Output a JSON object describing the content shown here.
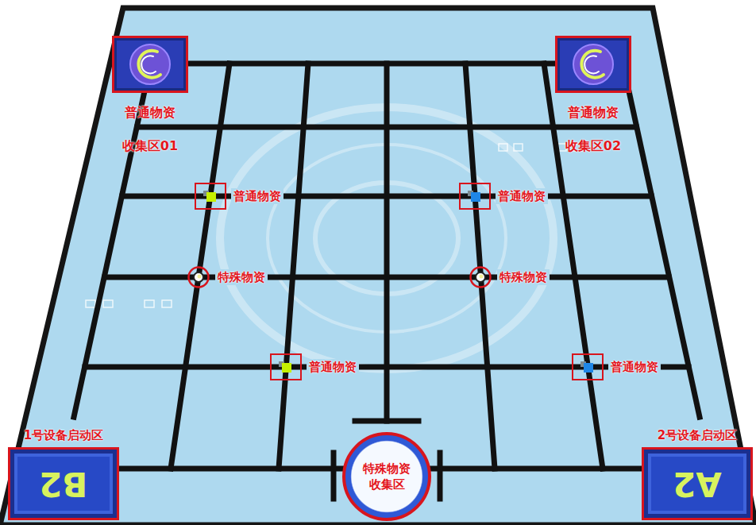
{
  "diagram": {
    "nodes": [
      {
        "text": [
          "普通物资 收集区01"
        ]
      },
      {
        "text": [
          "普通物资 收集区02"
        ]
      },
      {
        "text": [
          "普通物资"
        ]
      },
      {
        "text": [
          "普通物资"
        ]
      },
      {
        "text": [
          "特殊物资"
        ]
      },
      {
        "text": [
          "特殊物资"
        ]
      },
      {
        "text": [
          "普通物资"
        ]
      },
      {
        "text": [
          "普通物资"
        ]
      },
      {
        "text": [
          "1号设备启动区",
          "B2"
        ]
      },
      {
        "text": [
          "特殊物资 收集区"
        ]
      },
      {
        "text": [
          "2号设备启动区",
          "A2"
        ]
      }
    ]
  }
}
